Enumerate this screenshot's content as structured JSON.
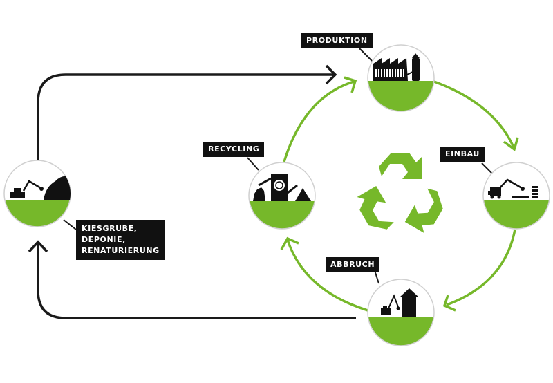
{
  "diagram": {
    "title": "Baustoff-Kreislauf",
    "colors": {
      "green": "#76b82a",
      "dark": "#1a1a1a",
      "label_bg": "#111111",
      "label_text": "#ffffff",
      "circle_border": "#d0d0d0"
    },
    "nodes": [
      {
        "id": "produktion",
        "label": [
          "PRODUKTION"
        ],
        "icon": "factory-icon"
      },
      {
        "id": "einbau",
        "label": [
          "EINBAU"
        ],
        "icon": "excavator-paving-icon"
      },
      {
        "id": "abbruch",
        "label": [
          "ABBRUCH"
        ],
        "icon": "demolition-icon"
      },
      {
        "id": "recycling",
        "label": [
          "RECYCLING"
        ],
        "icon": "recycling-plant-icon"
      },
      {
        "id": "kiesgrube",
        "label": [
          "KIESGRUBE,",
          "DEPONIE,",
          "RENATURIERUNG"
        ],
        "icon": "gravel-pit-icon"
      }
    ],
    "center_icon": "recycle-symbol-icon",
    "edges": [
      {
        "from": "produktion",
        "to": "einbau",
        "color": "green"
      },
      {
        "from": "einbau",
        "to": "abbruch",
        "color": "green"
      },
      {
        "from": "abbruch",
        "to": "recycling",
        "color": "green"
      },
      {
        "from": "recycling",
        "to": "produktion",
        "color": "green"
      },
      {
        "from": "abbruch",
        "to": "kiesgrube",
        "color": "dark"
      },
      {
        "from": "kiesgrube",
        "to": "produktion",
        "color": "dark"
      }
    ]
  }
}
